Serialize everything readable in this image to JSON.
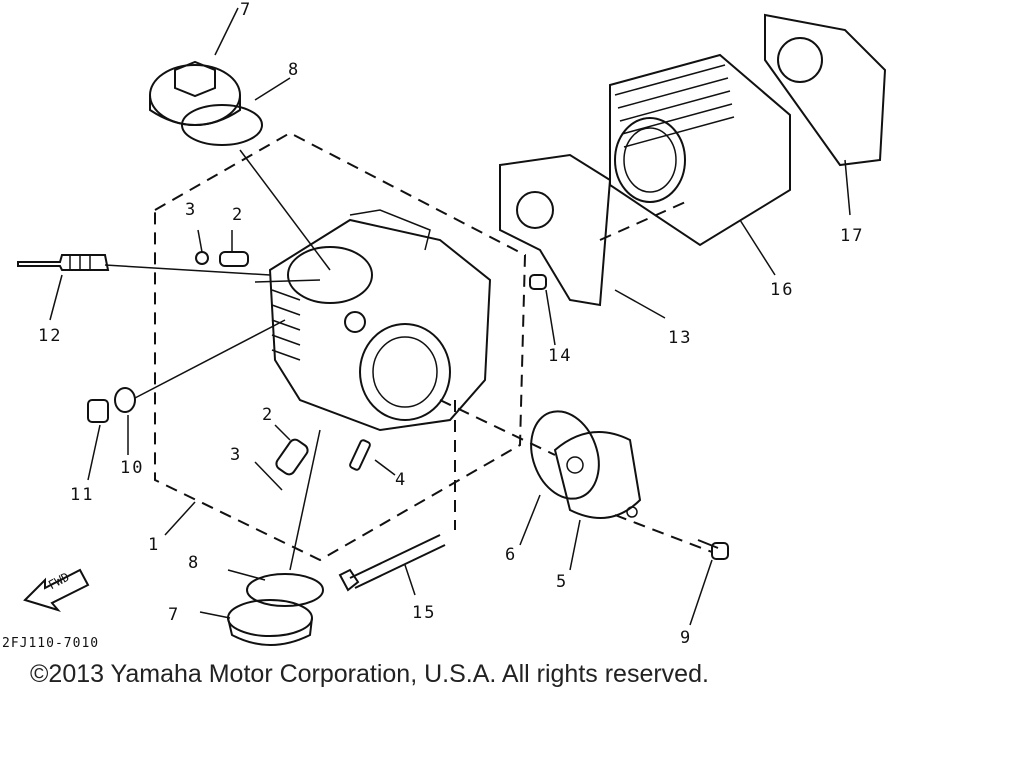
{
  "diagram": {
    "labels": {
      "p1": "1",
      "p2a": "2",
      "p2b": "2",
      "p3a": "3",
      "p3b": "3",
      "p4": "4",
      "p5": "5",
      "p6": "6",
      "p7a": "7",
      "p7b": "7",
      "p8a": "8",
      "p8b": "8",
      "p9": "9",
      "p10": "10",
      "p11": "11",
      "p12": "12",
      "p13": "13",
      "p14": "14",
      "p15": "15",
      "p16": "16",
      "p17": "17"
    },
    "fwd_label": "FWD",
    "drawing_code": "2FJ110-7010",
    "copyright": "©2013 Yamaha Motor Corporation, U.S.A. All rights reserved."
  }
}
